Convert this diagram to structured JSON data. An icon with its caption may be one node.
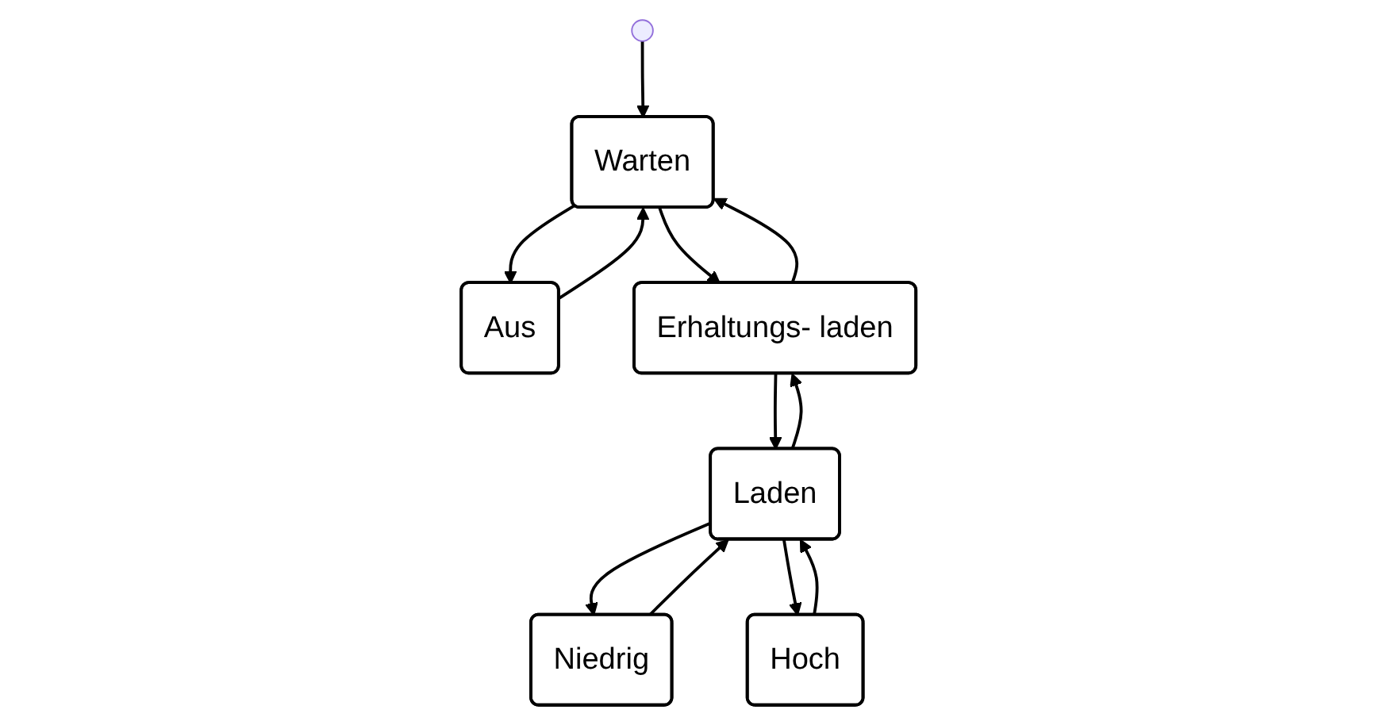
{
  "diagram": {
    "nodes": [
      {
        "text": [],
        "shape": "circle"
      },
      {
        "text": [
          "Warten"
        ]
      },
      {
        "text": [
          "Aus"
        ]
      },
      {
        "text": [
          "Erhaltungs- laden"
        ]
      },
      {
        "text": [
          "Niedrig"
        ]
      },
      {
        "text": [
          "Laden"
        ]
      },
      {
        "text": [
          "Hoch"
        ]
      }
    ],
    "edges": [
      {
        "from": 0,
        "to": 1,
        "arrow": "to"
      },
      {
        "from": 2,
        "to": 1,
        "arrow": "to"
      },
      {
        "from": 1,
        "to": 2,
        "arrow": "to"
      },
      {
        "from": 1,
        "to": 3,
        "arrow": "to"
      },
      {
        "from": 3,
        "to": 1,
        "arrow": "to"
      },
      {
        "from": 3,
        "to": 5,
        "arrow": "to"
      },
      {
        "from": 5,
        "to": 3,
        "arrow": "to"
      },
      {
        "from": 5,
        "to": 4,
        "arrow": "to"
      },
      {
        "from": 4,
        "to": 5,
        "arrow": "to"
      },
      {
        "from": 5,
        "to": 6,
        "arrow": "to"
      },
      {
        "from": 6,
        "to": 5,
        "arrow": "to"
      }
    ]
  }
}
